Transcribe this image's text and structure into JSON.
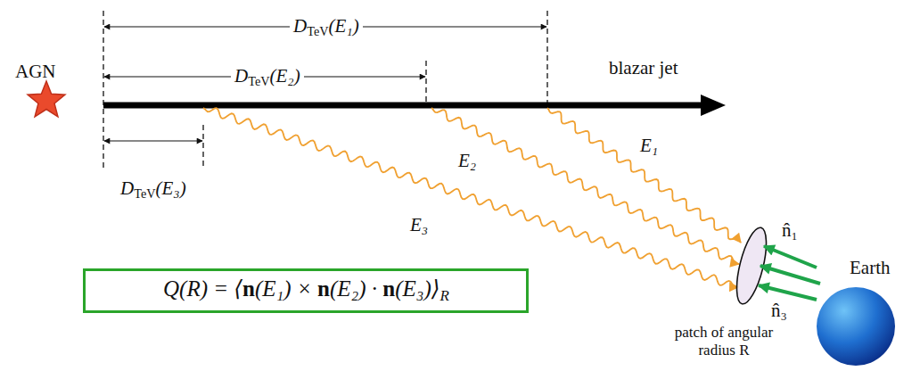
{
  "diagram": {
    "nodes": [
      {
        "text": [
          "Q(R) = ⟨n(E₁) × n(E₂) · n(E₃)⟩R"
        ]
      }
    ],
    "labels": [
      "AGN",
      "DTeV(E₁)",
      "blazar jet",
      "DTeV(E₂)",
      "E₁",
      "DTeV(E₃)",
      "E₂",
      "n̂₁",
      "Earth",
      "E₃",
      "n̂₃",
      "patch of angular radius R"
    ]
  }
}
